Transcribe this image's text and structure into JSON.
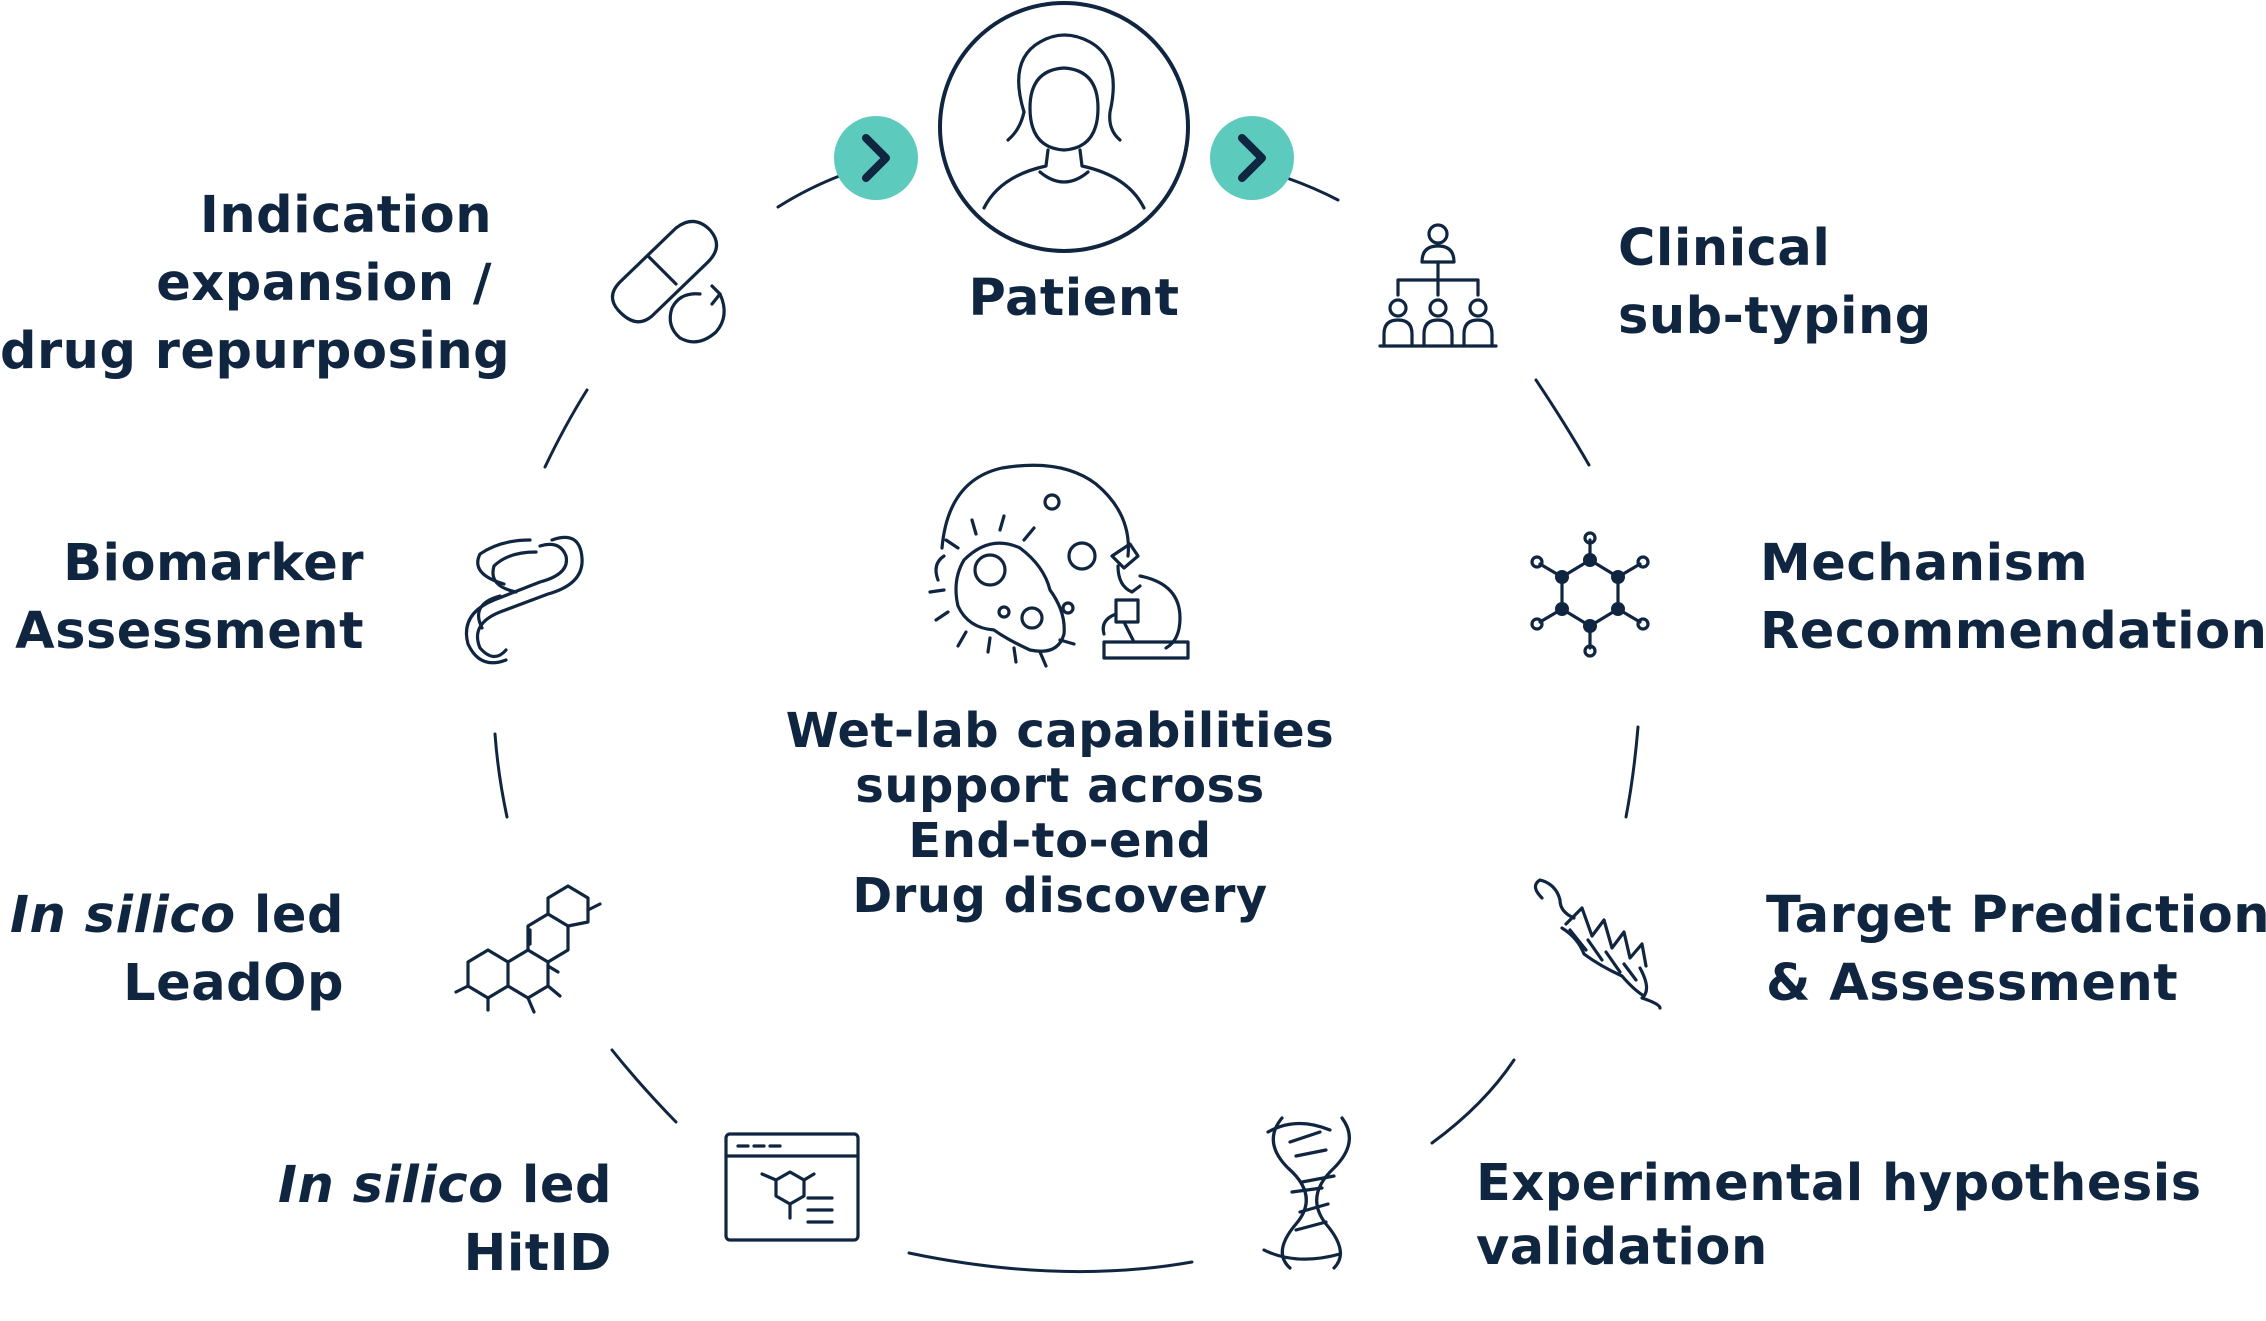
{
  "colors": {
    "text": "#0f2540",
    "accent": "#5ccbbd",
    "stroke": "#0f2540"
  },
  "nodes": {
    "patient": {
      "label": "Patient",
      "icon": "patient-icon"
    },
    "clinical": {
      "line1": "Clinical",
      "line2": "sub-typing",
      "icon": "hierarchy-icon"
    },
    "mechanism": {
      "line1": "Mechanism",
      "line2": "Recommendation",
      "icon": "molecule-icon"
    },
    "target": {
      "line1": "Target Prediction",
      "line2": "& Assessment",
      "icon": "protein-icon"
    },
    "experimental": {
      "line1": "Experimental hypothesis",
      "line2": "validation",
      "icon": "dna-icon"
    },
    "hitid": {
      "italic": "In silico",
      "rest": " led",
      "line2": "HitID",
      "icon": "screen-molecule-icon"
    },
    "leadop": {
      "italic": "In silico",
      "rest": " led",
      "line2": "LeadOp",
      "icon": "polycyclic-icon"
    },
    "biomarker": {
      "line1": "Biomarker",
      "line2": "Assessment",
      "icon": "ribbon-icon"
    },
    "indication": {
      "line1": "Indication",
      "line2": "expansion /",
      "line3": "drug repurposing",
      "icon": "pill-cycle-icon"
    }
  },
  "center": {
    "line1": "Wet-lab capabilities",
    "line2": "support across",
    "line3": "End-to-end",
    "line4": "Drug discovery",
    "icon": "microbe-microscope-icon"
  },
  "arrows": [
    "chevron-right-icon",
    "chevron-right-icon"
  ]
}
